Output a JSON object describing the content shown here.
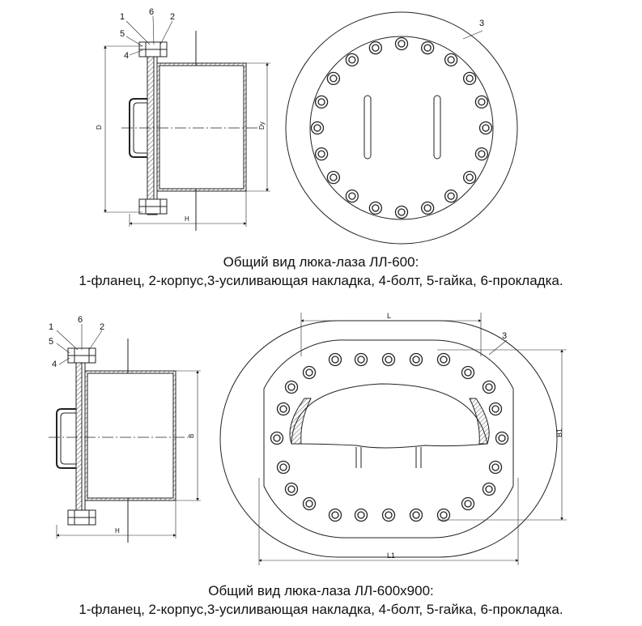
{
  "drawing1": {
    "caption_title": "Общий вид  люка-лаза ЛЛ-600:",
    "caption_legend": "1-фланец, 2-корпус,3-усиливающая накладка, 4-болт, 5-гайка, 6-прокладка.",
    "callouts": [
      "1",
      "6",
      "2",
      "5",
      "4",
      "3"
    ],
    "dim_D": "D",
    "dim_Dy": "Dy",
    "dim_H": "H"
  },
  "drawing2": {
    "caption_title": "Общий вид люка-лаза ЛЛ-600х900:",
    "caption_legend": "1-фланец, 2-корпус,3-усиливающая накладка, 4-болт, 5-гайка, 6-прокладка.",
    "callouts": [
      "1",
      "6",
      "2",
      "5",
      "4",
      "3"
    ],
    "dim_B": "B",
    "dim_H": "H",
    "dim_L": "L",
    "dim_L1": "L1",
    "dim_B1": "B1"
  },
  "colors": {
    "line": "#222222",
    "hatch": "#555555"
  }
}
